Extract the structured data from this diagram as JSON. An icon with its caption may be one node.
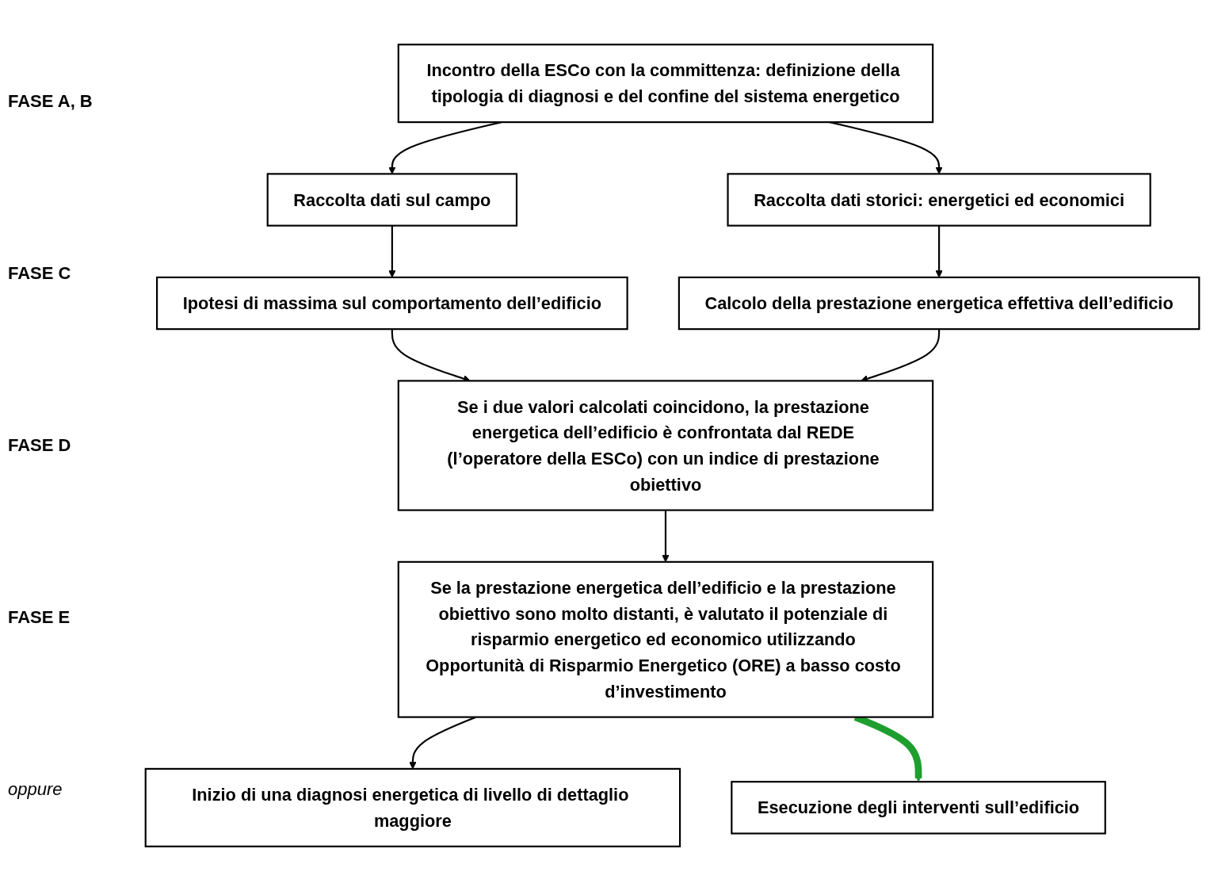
{
  "diagram": {
    "nodes": [
      {
        "text": [
          "Incontro della ESCo con la committenza: definizione della tipologia di diagnosi e del confine del sistema energetico"
        ]
      },
      {
        "text": [
          "Raccolta dati sul campo"
        ]
      },
      {
        "text": [
          "Raccolta dati storici: energetici ed economici"
        ]
      },
      {
        "text": [
          "Ipotesi di massima sul comportamento dell’edificio"
        ]
      },
      {
        "text": [
          "Calcolo della prestazione energetica effettiva dell’edificio"
        ]
      },
      {
        "text": [
          "Se i due valori calcolati coincidono, la prestazione energetica dell’edificio è confrontata dal REDE (l’operatore della ESCo) con un indice di prestazione obiettivo"
        ]
      },
      {
        "text": [
          "Se la prestazione energetica dell’edificio e la prestazione obiettivo sono molto distanti, è valutato il potenziale di risparmio energetico ed economico utilizzando Opportunità di Risparmio Energetico (ORE) a basso costo d’investimento"
        ]
      },
      {
        "text": [
          "Inizio di una diagnosi energetica di livello di dettaglio maggiore"
        ]
      },
      {
        "text": [
          "Esecuzione degli interventi sull’edificio"
        ]
      }
    ],
    "edges": [
      {
        "from": 0,
        "to": 1,
        "arrow": "to"
      },
      {
        "from": 0,
        "to": 2,
        "arrow": "to"
      },
      {
        "from": 1,
        "to": 3,
        "arrow": "to"
      },
      {
        "from": 2,
        "to": 4,
        "arrow": "to"
      },
      {
        "from": 3,
        "to": 5,
        "arrow": "to"
      },
      {
        "from": 4,
        "to": 5,
        "arrow": "to"
      },
      {
        "from": 5,
        "to": 6,
        "arrow": "to"
      },
      {
        "from": 6,
        "to": 7,
        "arrow": "to"
      },
      {
        "from": 6,
        "to": 8,
        "arrow": "to",
        "style": "thick",
        "color": "#1e9e2e"
      }
    ],
    "labels": [
      "FASE A, B",
      "FASE C",
      "FASE D",
      "FASE E",
      "oppure"
    ]
  }
}
